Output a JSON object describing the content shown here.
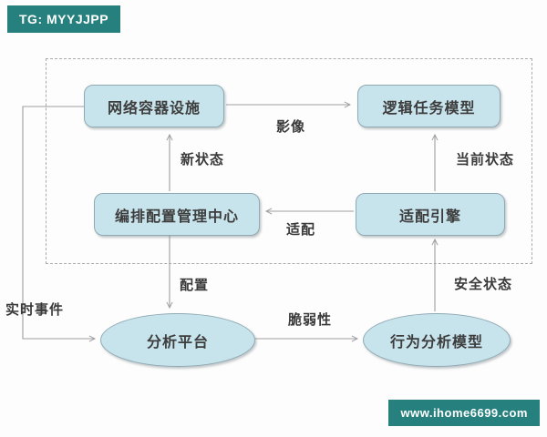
{
  "watermarks": {
    "top_left": "TG: MYYJJPP",
    "bottom_right": "www.ihome6699.com",
    "badge_color": "#26807d"
  },
  "diagram": {
    "nodes": [
      {
        "id": "network",
        "label": "网络容器设施",
        "shape": "rounded-rect"
      },
      {
        "id": "logic",
        "label": "逻辑任务模型",
        "shape": "rounded-rect"
      },
      {
        "id": "orchestration",
        "label": "编排配置管理中心",
        "shape": "rounded-rect"
      },
      {
        "id": "adapter",
        "label": "适配引擎",
        "shape": "rounded-rect"
      },
      {
        "id": "analysis",
        "label": "分析平台",
        "shape": "ellipse"
      },
      {
        "id": "behavior",
        "label": "行为分析模型",
        "shape": "ellipse"
      }
    ],
    "edges": [
      {
        "from": "network",
        "to": "logic",
        "label": "影像"
      },
      {
        "from": "orchestration",
        "to": "network",
        "label": "新状态"
      },
      {
        "from": "adapter",
        "to": "logic",
        "label": "当前状态"
      },
      {
        "from": "adapter",
        "to": "orchestration",
        "label": "适配"
      },
      {
        "from": "orchestration",
        "to": "analysis",
        "label": "配置"
      },
      {
        "from": "network",
        "to": "analysis",
        "label": "实时事件"
      },
      {
        "from": "analysis",
        "to": "behavior",
        "label": "脆弱性"
      },
      {
        "from": "behavior",
        "to": "adapter",
        "label": "安全状态"
      }
    ],
    "colors": {
      "node_fill": "#c7e3eb",
      "node_border": "#90aab4",
      "arrow": "#9e9e9e",
      "label_text": "#3a3a3a",
      "boundary_dash": "#ababab"
    }
  }
}
